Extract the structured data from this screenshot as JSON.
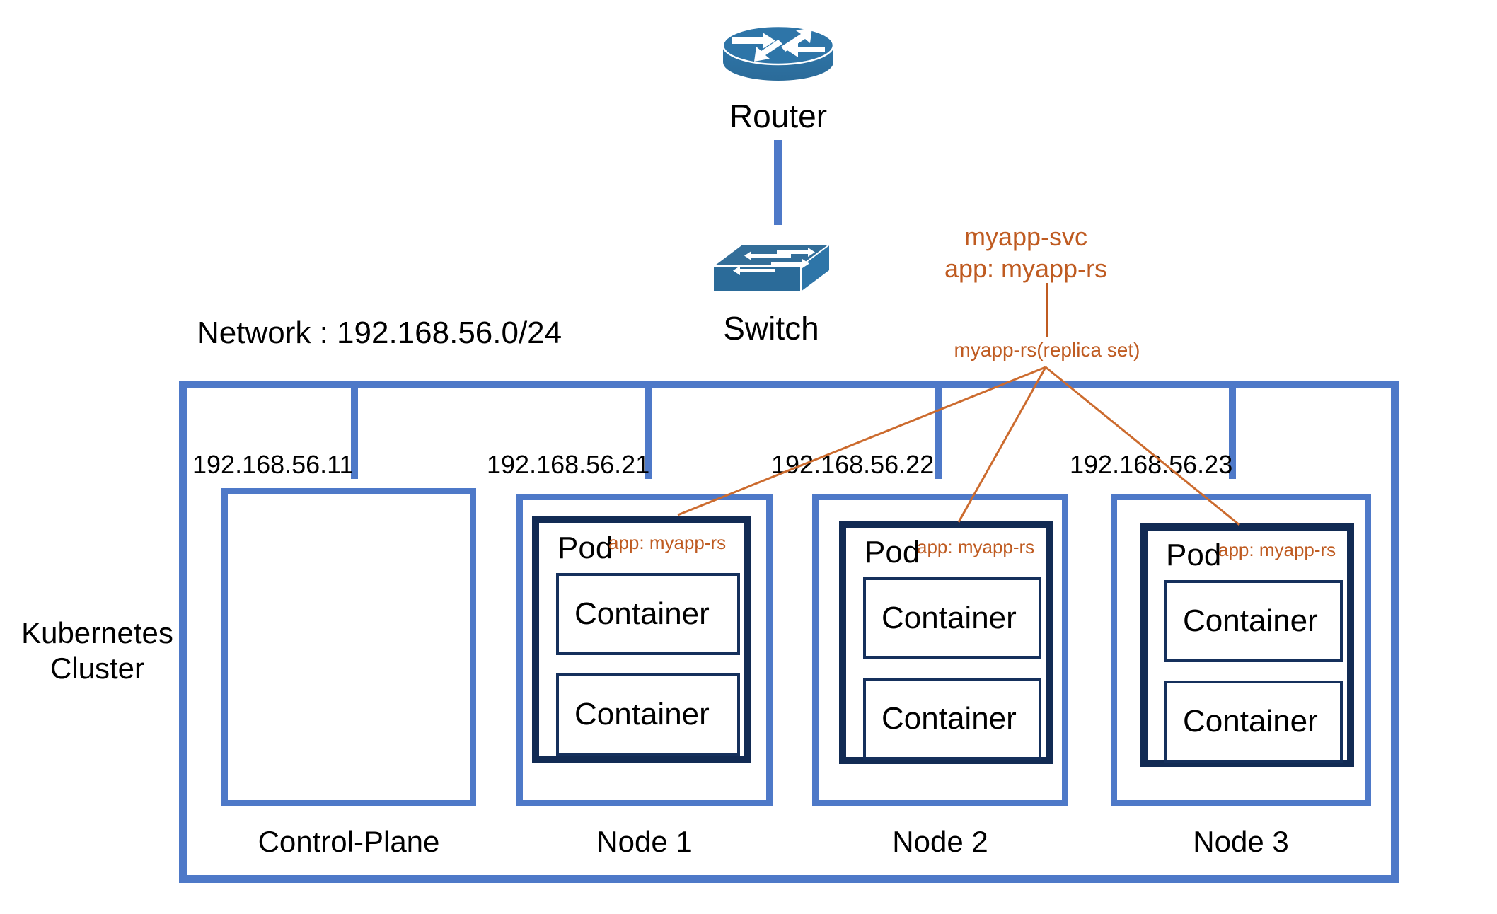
{
  "diagram": {
    "title": "Kubernetes Cluster network topology",
    "colors": {
      "node_blue": "#4E79C8",
      "pod_navy": "#122B54",
      "container_navy": "#15305C",
      "accent_orange": "#BF5B21",
      "device_blue": "#2E75A8"
    }
  },
  "devices": {
    "router": {
      "label": "Router",
      "icon": "router-icon"
    },
    "switch": {
      "label": "Switch",
      "icon": "switch-icon"
    }
  },
  "network": {
    "label": "Network : 192.168.56.0/24"
  },
  "cluster": {
    "label_line1": "Kubernetes",
    "label_line2": "Cluster"
  },
  "service": {
    "name": "myapp-svc",
    "selector": "app: myapp-rs",
    "replicaset": "myapp-rs(replica set)"
  },
  "machines": [
    {
      "name": "Control-Plane",
      "ip": "192.168.56.11",
      "has_pod": false,
      "pod": null
    },
    {
      "name": "Node 1",
      "ip": "192.168.56.21",
      "has_pod": true,
      "pod": {
        "label": "Pod",
        "annotation": "app: myapp-rs",
        "containers": [
          {
            "label": "Container"
          },
          {
            "label": "Container"
          }
        ]
      }
    },
    {
      "name": "Node 2",
      "ip": "192.168.56.22",
      "has_pod": true,
      "pod": {
        "label": "Pod",
        "annotation": "app: myapp-rs",
        "containers": [
          {
            "label": "Container"
          },
          {
            "label": "Container"
          }
        ]
      }
    },
    {
      "name": "Node 3",
      "ip": "192.168.56.23",
      "has_pod": true,
      "pod": {
        "label": "Pod",
        "annotation": "app: myapp-rs",
        "containers": [
          {
            "label": "Container"
          },
          {
            "label": "Container"
          }
        ]
      }
    }
  ]
}
